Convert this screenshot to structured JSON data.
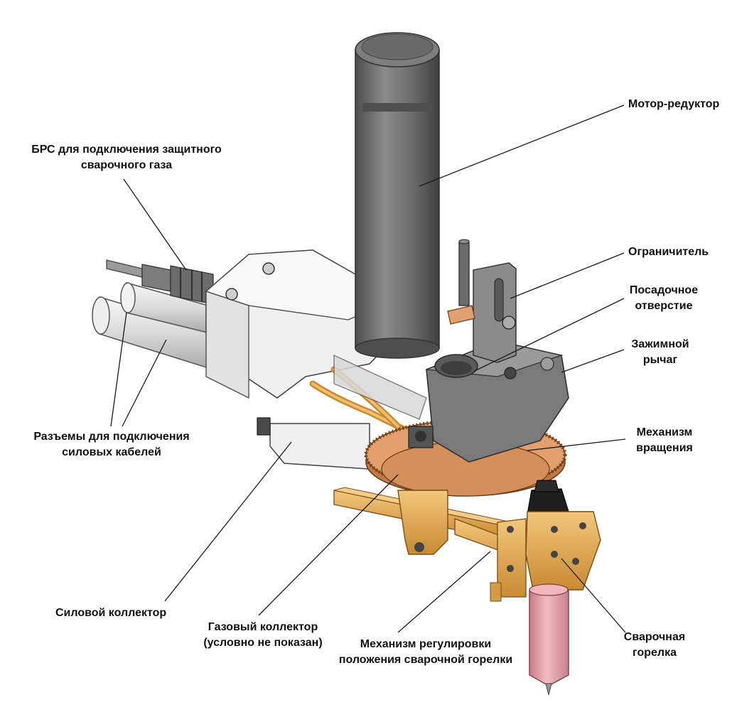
{
  "labels": {
    "motor": [
      "Мотор-редуктор"
    ],
    "brs": [
      "БРС для подключения защитного",
      "сварочного газа"
    ],
    "limiter": [
      "Ограничитель"
    ],
    "seat_hole": [
      "Посадочное",
      "отверстие"
    ],
    "clamp_lever": [
      "Зажимной",
      "рычаг"
    ],
    "power_connectors": [
      "Разъемы для подключения",
      "силовых кабелей"
    ],
    "rotation_mech": [
      "Механизм",
      "вращения"
    ],
    "power_collector": [
      "Силовой коллектор"
    ],
    "gas_collector": [
      "Газовый коллектор",
      "(условно не показан)"
    ],
    "torch_adjust": [
      "Механизм регулировки",
      "положения сварочной горелки"
    ],
    "torch": [
      "Сварочная",
      "горелка"
    ]
  },
  "colors": {
    "gray_dark": "#5e5e5e",
    "gray_mid": "#8a8a8a",
    "gray_light": "#d2d2d2",
    "white_part": "#ececec",
    "copper": "#e0a070",
    "copper_dark": "#b9703d",
    "brass": "#e3ad54",
    "pink": "#e9a6ad"
  }
}
